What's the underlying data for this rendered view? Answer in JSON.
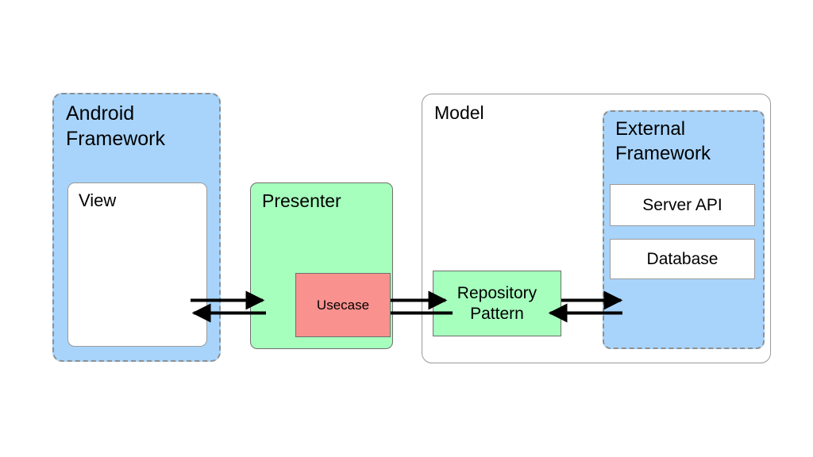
{
  "diagram": {
    "title": "Android Clean Architecture MVP Diagram",
    "background": "#ffffff",
    "colors": {
      "framework_blue": "#a8d4fb",
      "layer_green": "#a7ffbe",
      "usecase_salmon": "#f9918e",
      "leaf_white": "#ffffff",
      "border_gray": "#8f8f8f",
      "arrow_black": "#000000"
    },
    "nodes": {
      "android_framework": {
        "label": "Android\nFramework",
        "fill": "#a8d4fb",
        "border_style": "dashed"
      },
      "view": {
        "label": "View",
        "fill": "#ffffff",
        "border_style": "solid"
      },
      "presenter": {
        "label": "Presenter",
        "fill": "#a7ffbe",
        "border_style": "solid"
      },
      "usecase": {
        "label": "Usecase",
        "fill": "#f9918e",
        "border_style": "solid"
      },
      "model": {
        "label": "Model",
        "fill": "#ffffff",
        "border_style": "solid"
      },
      "external_framework": {
        "label": "External\nFramework",
        "fill": "#a8d4fb",
        "border_style": "dashed"
      },
      "server_api": {
        "label": "Server API",
        "fill": "#ffffff",
        "border_style": "solid"
      },
      "database": {
        "label": "Database",
        "fill": "#ffffff",
        "border_style": "solid"
      },
      "repository_pattern": {
        "label": "Repository\nPattern",
        "fill": "#a7ffbe",
        "border_style": "solid"
      }
    },
    "connections": [
      {
        "name": "view-to-presenter",
        "from": "View",
        "to": "Presenter",
        "direction": "right"
      },
      {
        "name": "presenter-to-view",
        "from": "Presenter",
        "to": "View",
        "direction": "left"
      },
      {
        "name": "usecase-to-repository",
        "from": "Usecase",
        "to": "Repository Pattern",
        "direction": "right"
      },
      {
        "name": "repository-to-usecase",
        "from": "Repository Pattern",
        "to": "Usecase",
        "direction": "left"
      },
      {
        "name": "repository-to-external",
        "from": "Repository Pattern",
        "to": "External Framework",
        "direction": "right"
      },
      {
        "name": "external-to-repository",
        "from": "External Framework",
        "to": "Repository Pattern",
        "direction": "left"
      }
    ]
  }
}
